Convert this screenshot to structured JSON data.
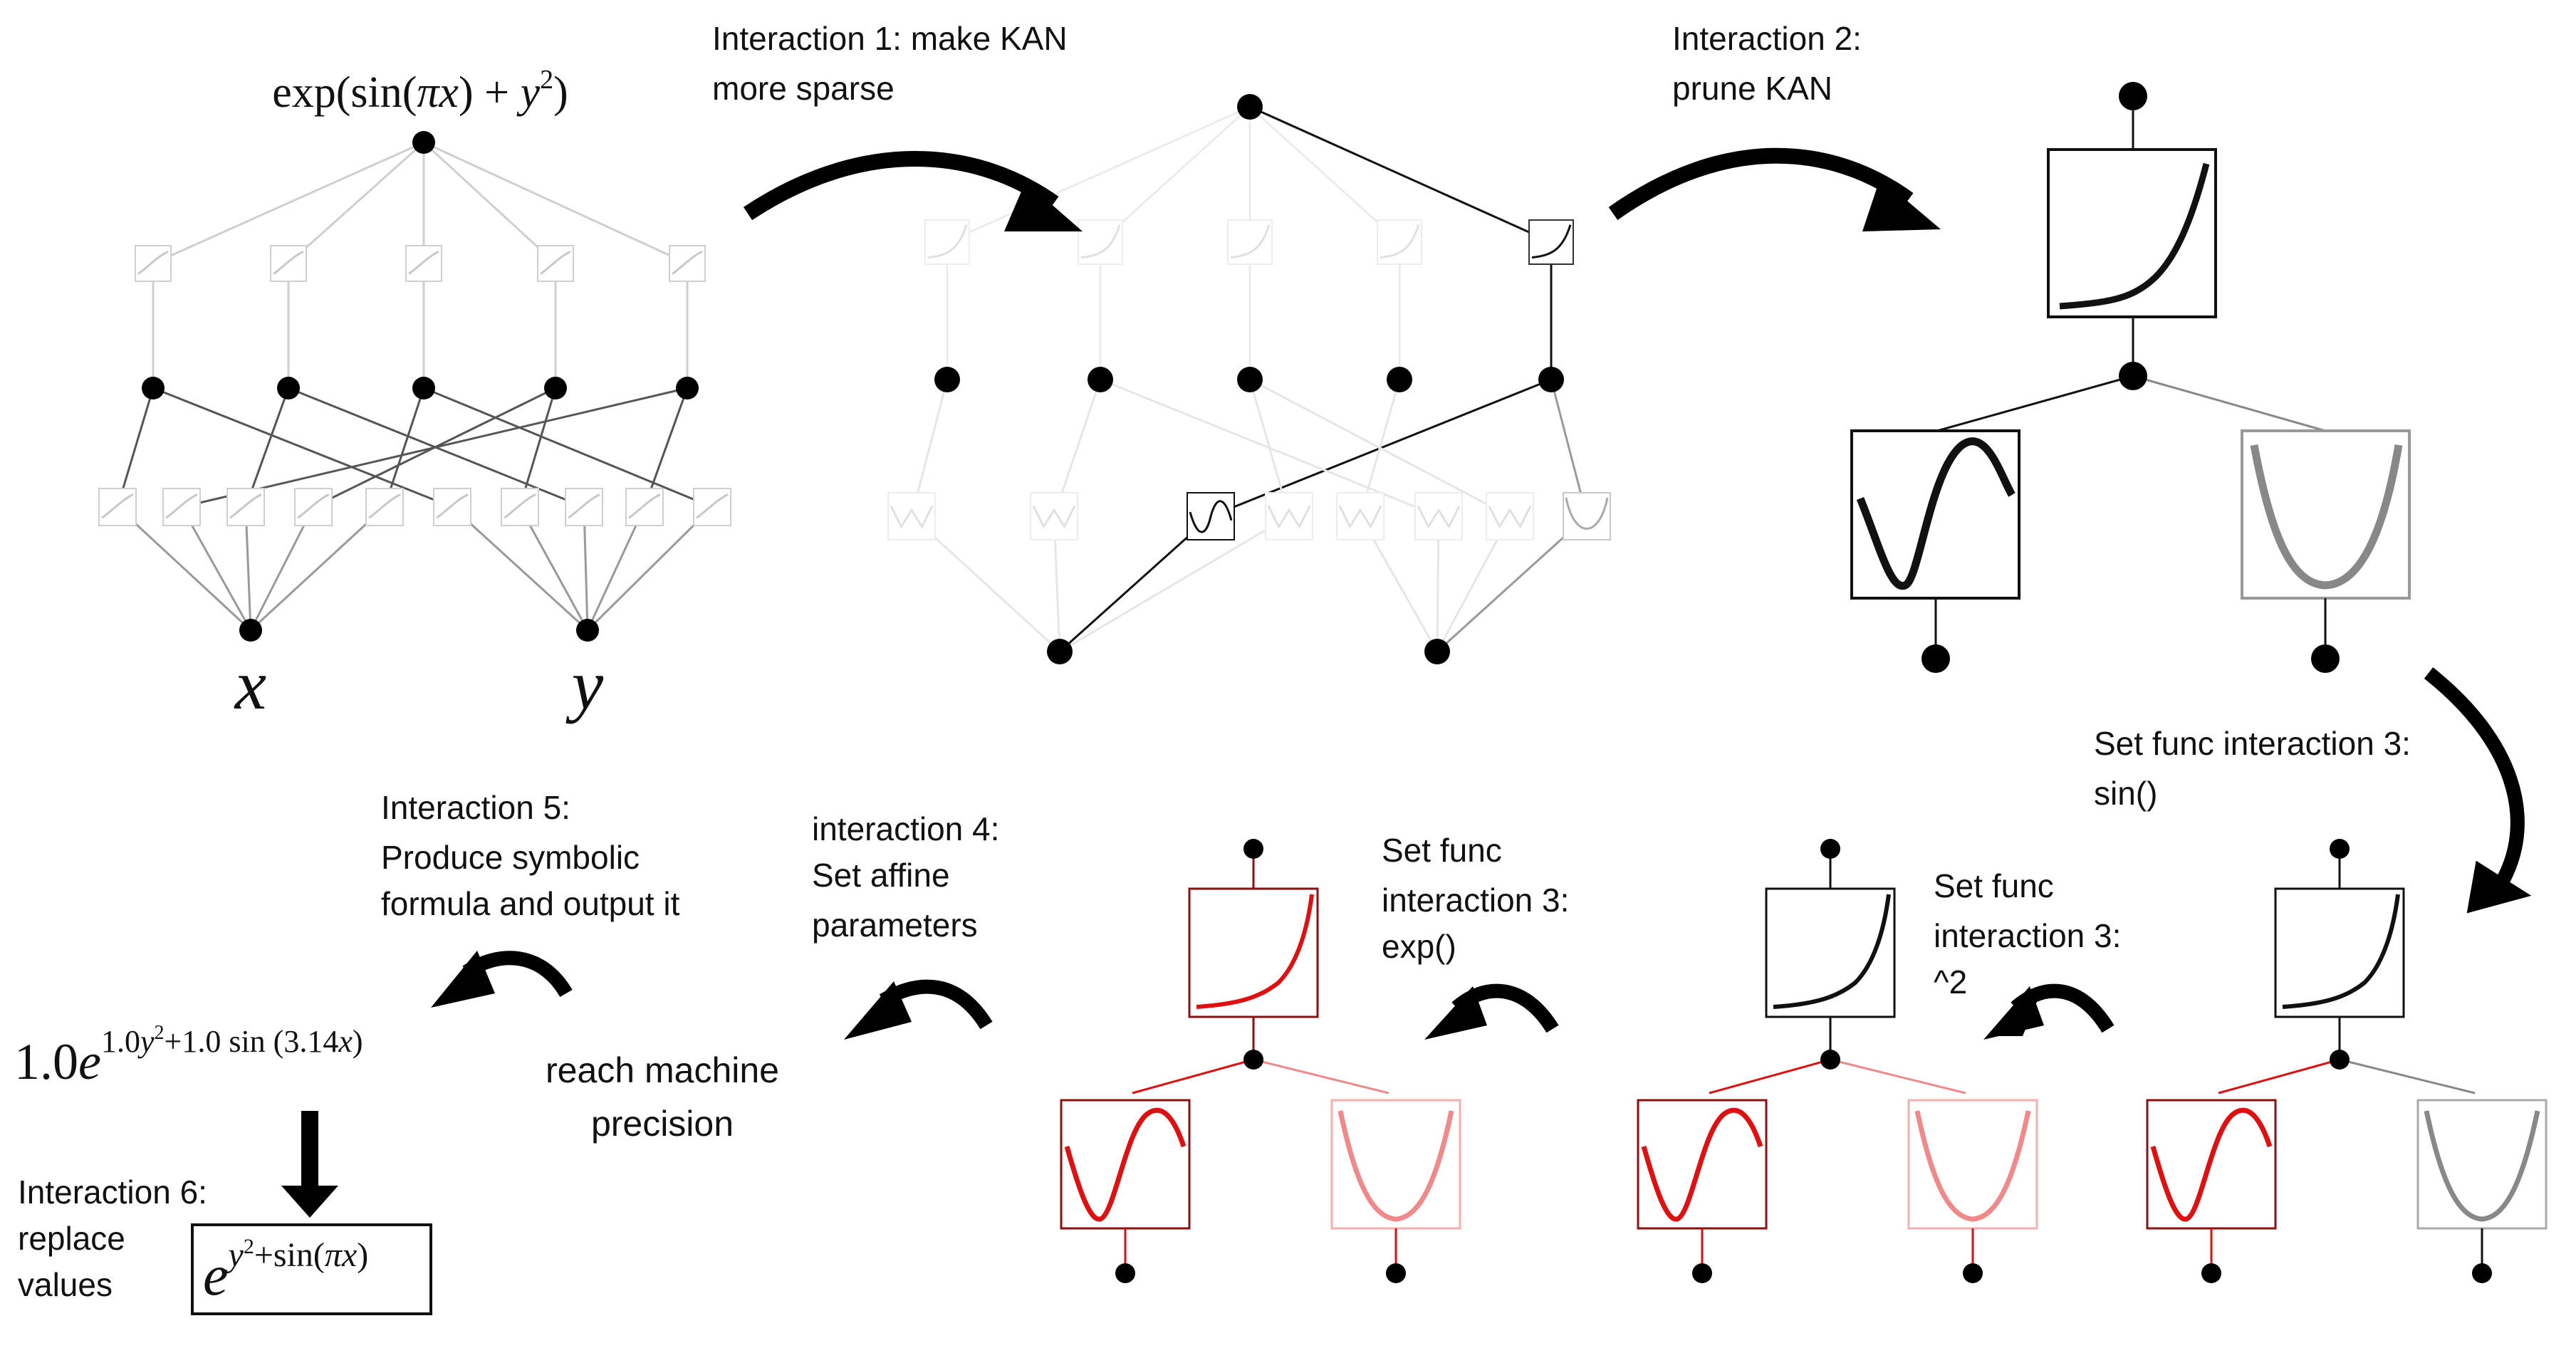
{
  "stage1": {
    "formula_prefix": "exp(sin(",
    "formula_pi_x": "πx",
    "formula_mid": ") + ",
    "formula_y": "y",
    "formula_sq": "2",
    "formula_end": ")",
    "input_x": "x",
    "input_y": "y"
  },
  "interaction1": {
    "line1": "Interaction 1:  make KAN",
    "line2": "more sparse"
  },
  "interaction2": {
    "line1": "Interaction 2:",
    "line2": "prune KAN"
  },
  "interaction3_sin": {
    "line1": "Set func interaction 3:",
    "line2": "sin()"
  },
  "interaction3_sq": {
    "line1": "Set func",
    "line2": "interaction 3:",
    "line3": "^2"
  },
  "interaction3_exp": {
    "line1": "Set func",
    "line2": "interaction 3:",
    "line3": "exp()"
  },
  "interaction4": {
    "line1": "interaction 4:",
    "line2": "Set affine",
    "line3": "parameters"
  },
  "precision": {
    "line1": "reach machine",
    "line2": "precision"
  },
  "interaction5": {
    "line1": "Interaction 5:",
    "line2": "Produce symbolic",
    "line3": "formula and output it"
  },
  "interaction6": {
    "line1": "Interaction 6:",
    "line2": "replace",
    "line3": "values"
  },
  "formula_numeric": {
    "coef": "1.0",
    "e": "e",
    "exp_a": "1.0",
    "exp_y": "y",
    "exp_sq": "2",
    "exp_b": "+1.0 sin (3.14",
    "exp_x": "x",
    "exp_close": ")"
  },
  "formula_final": {
    "e": "e",
    "exp_y": "y",
    "exp_sq": "2",
    "exp_rest": "+sin(",
    "exp_pix": "πx",
    "exp_close": ")"
  },
  "colors": {
    "ink": "#111111",
    "red": "#dd1111",
    "pink": "#f08a8a",
    "gray": "#888888",
    "faint": "#cfcfcf"
  }
}
